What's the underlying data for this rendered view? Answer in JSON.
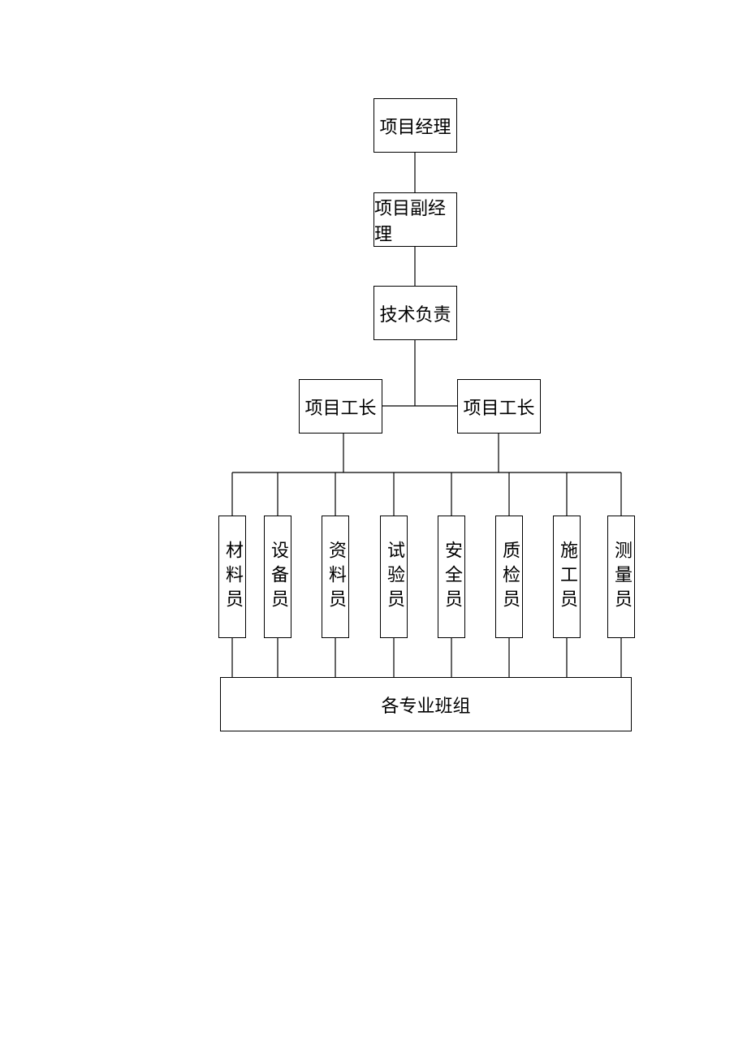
{
  "chart_data": {
    "type": "org-chart",
    "nodes": {
      "manager": "项目经理",
      "deputy_manager": "项目副经理",
      "technical_lead": "技术负责",
      "foremen": [
        "项目工长",
        "项目工长"
      ],
      "staff": [
        "材料员",
        "设备员",
        "资料员",
        "试验员",
        "安全员",
        "质检员",
        "施工员",
        "测量员"
      ],
      "teams": "各专业班组"
    },
    "edges": [
      [
        "项目经理",
        "项目副经理"
      ],
      [
        "项目副经理",
        "技术负责"
      ],
      [
        "技术负责",
        "项目工长"
      ],
      [
        "项目工长",
        "材料员"
      ],
      [
        "项目工长",
        "设备员"
      ],
      [
        "项目工长",
        "资料员"
      ],
      [
        "项目工长",
        "试验员"
      ],
      [
        "项目工长",
        "安全员"
      ],
      [
        "项目工长",
        "质检员"
      ],
      [
        "项目工长",
        "施工员"
      ],
      [
        "项目工长",
        "测量员"
      ],
      [
        "材料员",
        "各专业班组"
      ],
      [
        "设备员",
        "各专业班组"
      ],
      [
        "资料员",
        "各专业班组"
      ],
      [
        "试验员",
        "各专业班组"
      ],
      [
        "安全员",
        "各专业班组"
      ],
      [
        "质检员",
        "各专业班组"
      ],
      [
        "施工员",
        "各专业班组"
      ],
      [
        "测量员",
        "各专业班组"
      ]
    ]
  }
}
